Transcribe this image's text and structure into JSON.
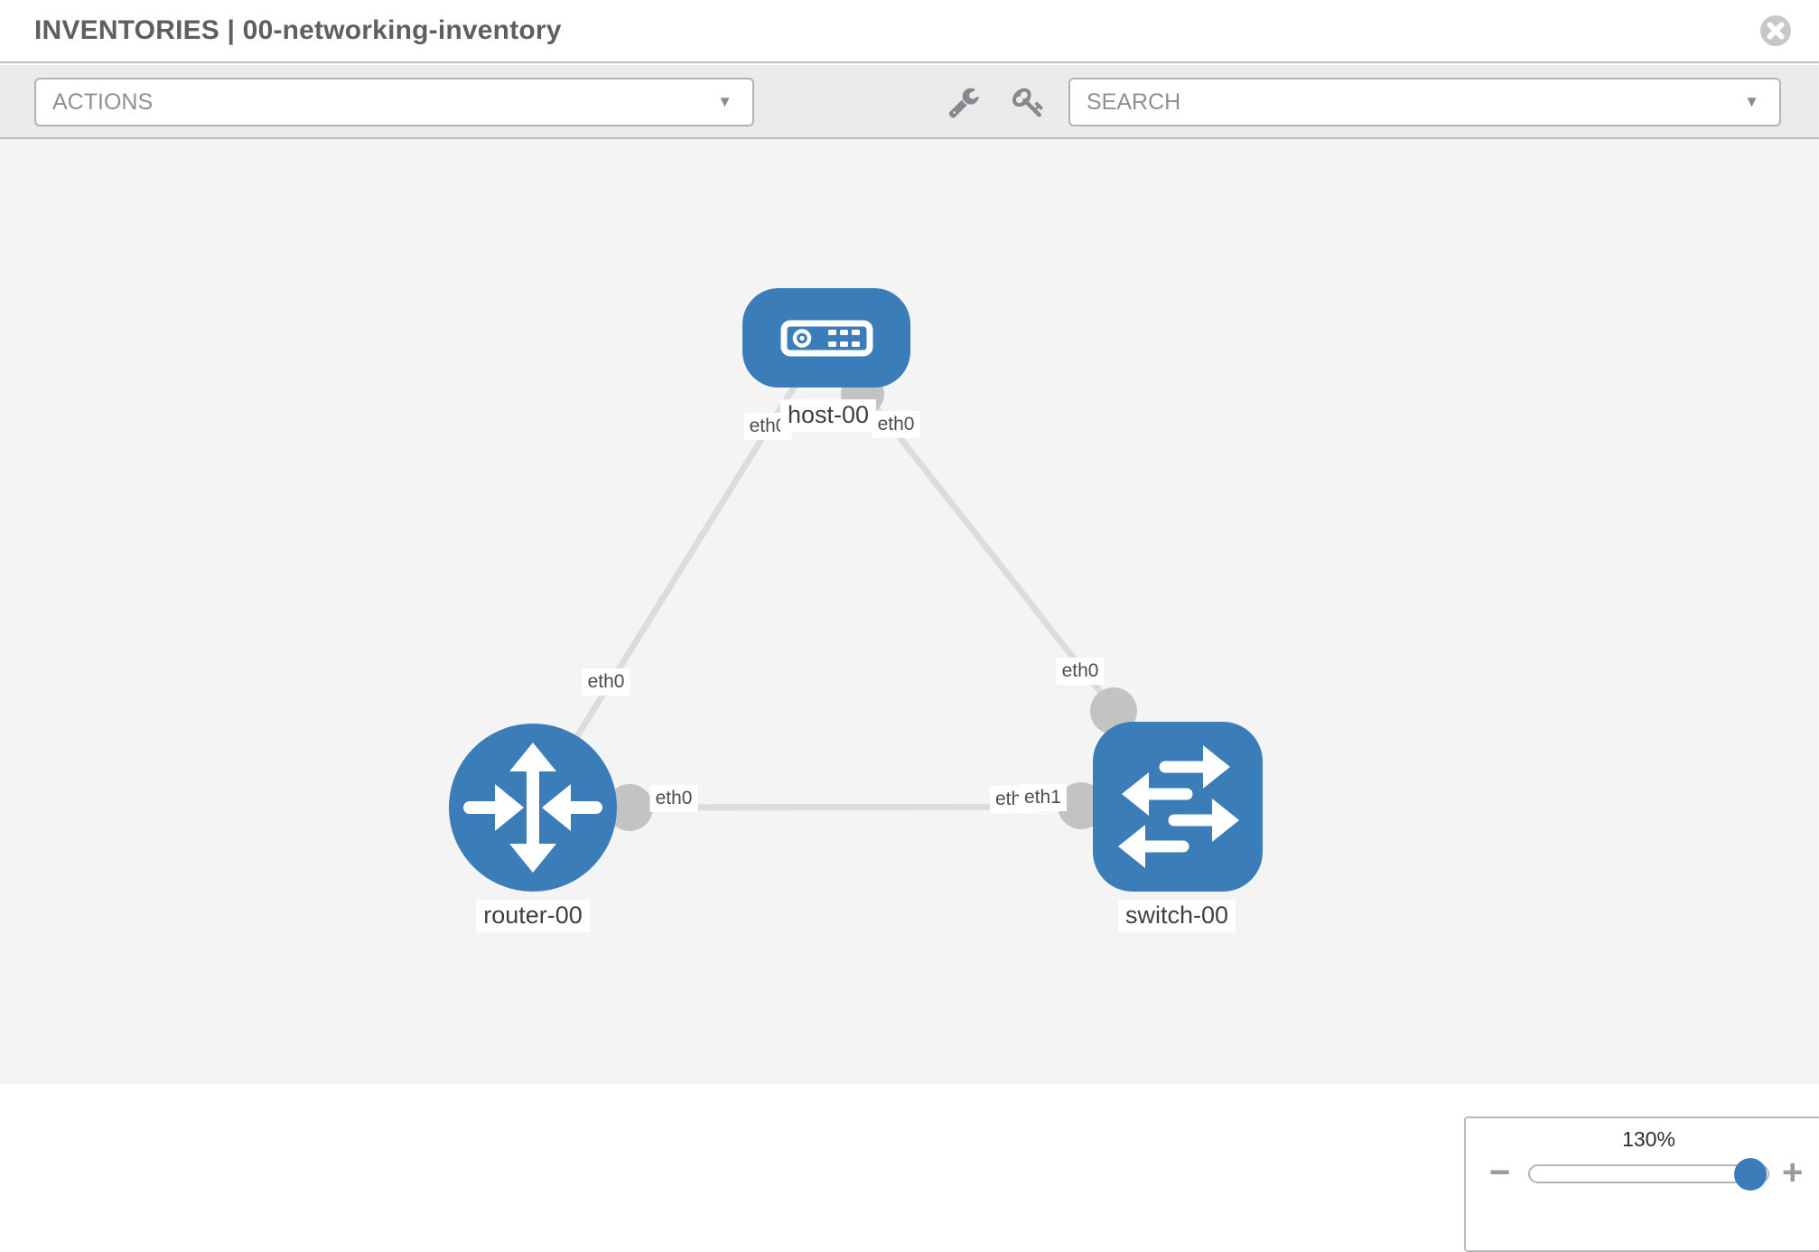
{
  "header": {
    "title": "INVENTORIES | 00-networking-inventory"
  },
  "toolbar": {
    "actions_placeholder": "ACTIONS",
    "search_placeholder": "SEARCH"
  },
  "icons": {
    "caret_down": "▼",
    "zoom_out": "−",
    "zoom_in": "+"
  },
  "colors": {
    "node_blue": "#3b7db9",
    "link_gray": "#dcdcdc",
    "interface_gray": "#c3c3c3",
    "toolbar_bg": "#ebebeb",
    "canvas_bg": "#f4f4f4"
  },
  "topology": {
    "nodes": [
      {
        "id": "host-00",
        "label": "host-00",
        "type": "host"
      },
      {
        "id": "router-00",
        "label": "router-00",
        "type": "router"
      },
      {
        "id": "switch-00",
        "label": "switch-00",
        "type": "switch"
      }
    ],
    "links": [
      {
        "from": "host-00",
        "to": "router-00",
        "from_if": "eth0",
        "to_if": "eth0"
      },
      {
        "from": "host-00",
        "to": "switch-00",
        "from_if": "eth0",
        "to_if": "eth0"
      },
      {
        "from": "router-00",
        "to": "switch-00",
        "from_if": "eth0",
        "to_if": "eth1",
        "to_if_overlapped": "eth0"
      }
    ]
  },
  "zoom_control": {
    "level": "130%"
  }
}
